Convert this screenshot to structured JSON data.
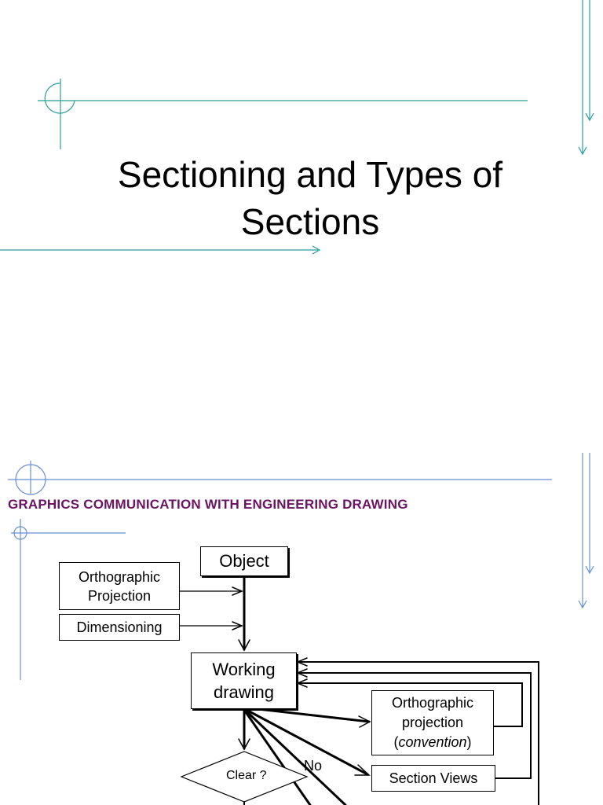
{
  "slide1": {
    "title_line1": "Sectioning and Types of",
    "title_line2": "Sections"
  },
  "slide2": {
    "heading": "GRAPHICS  COMMUNICATION WITH  ENGINEERING  DRAWING",
    "flowchart": {
      "object": "Object",
      "ortho_proj_line1": "Orthographic",
      "ortho_proj_line2": "Projection",
      "dimensioning": "Dimensioning",
      "working_line1": "Working",
      "working_line2": "drawing",
      "ortho_conv_line1": "Orthographic",
      "ortho_conv_line2": "projection",
      "ortho_conv_line3_open": "(",
      "ortho_conv_line3_em": "convention",
      "ortho_conv_line3_close": ")",
      "section_views": "Section Views",
      "clear": "Clear ?",
      "no": "No"
    }
  },
  "colors": {
    "teal": "#2a9c9c",
    "blue": "#6a8fd0",
    "heading": "#6b1464"
  }
}
